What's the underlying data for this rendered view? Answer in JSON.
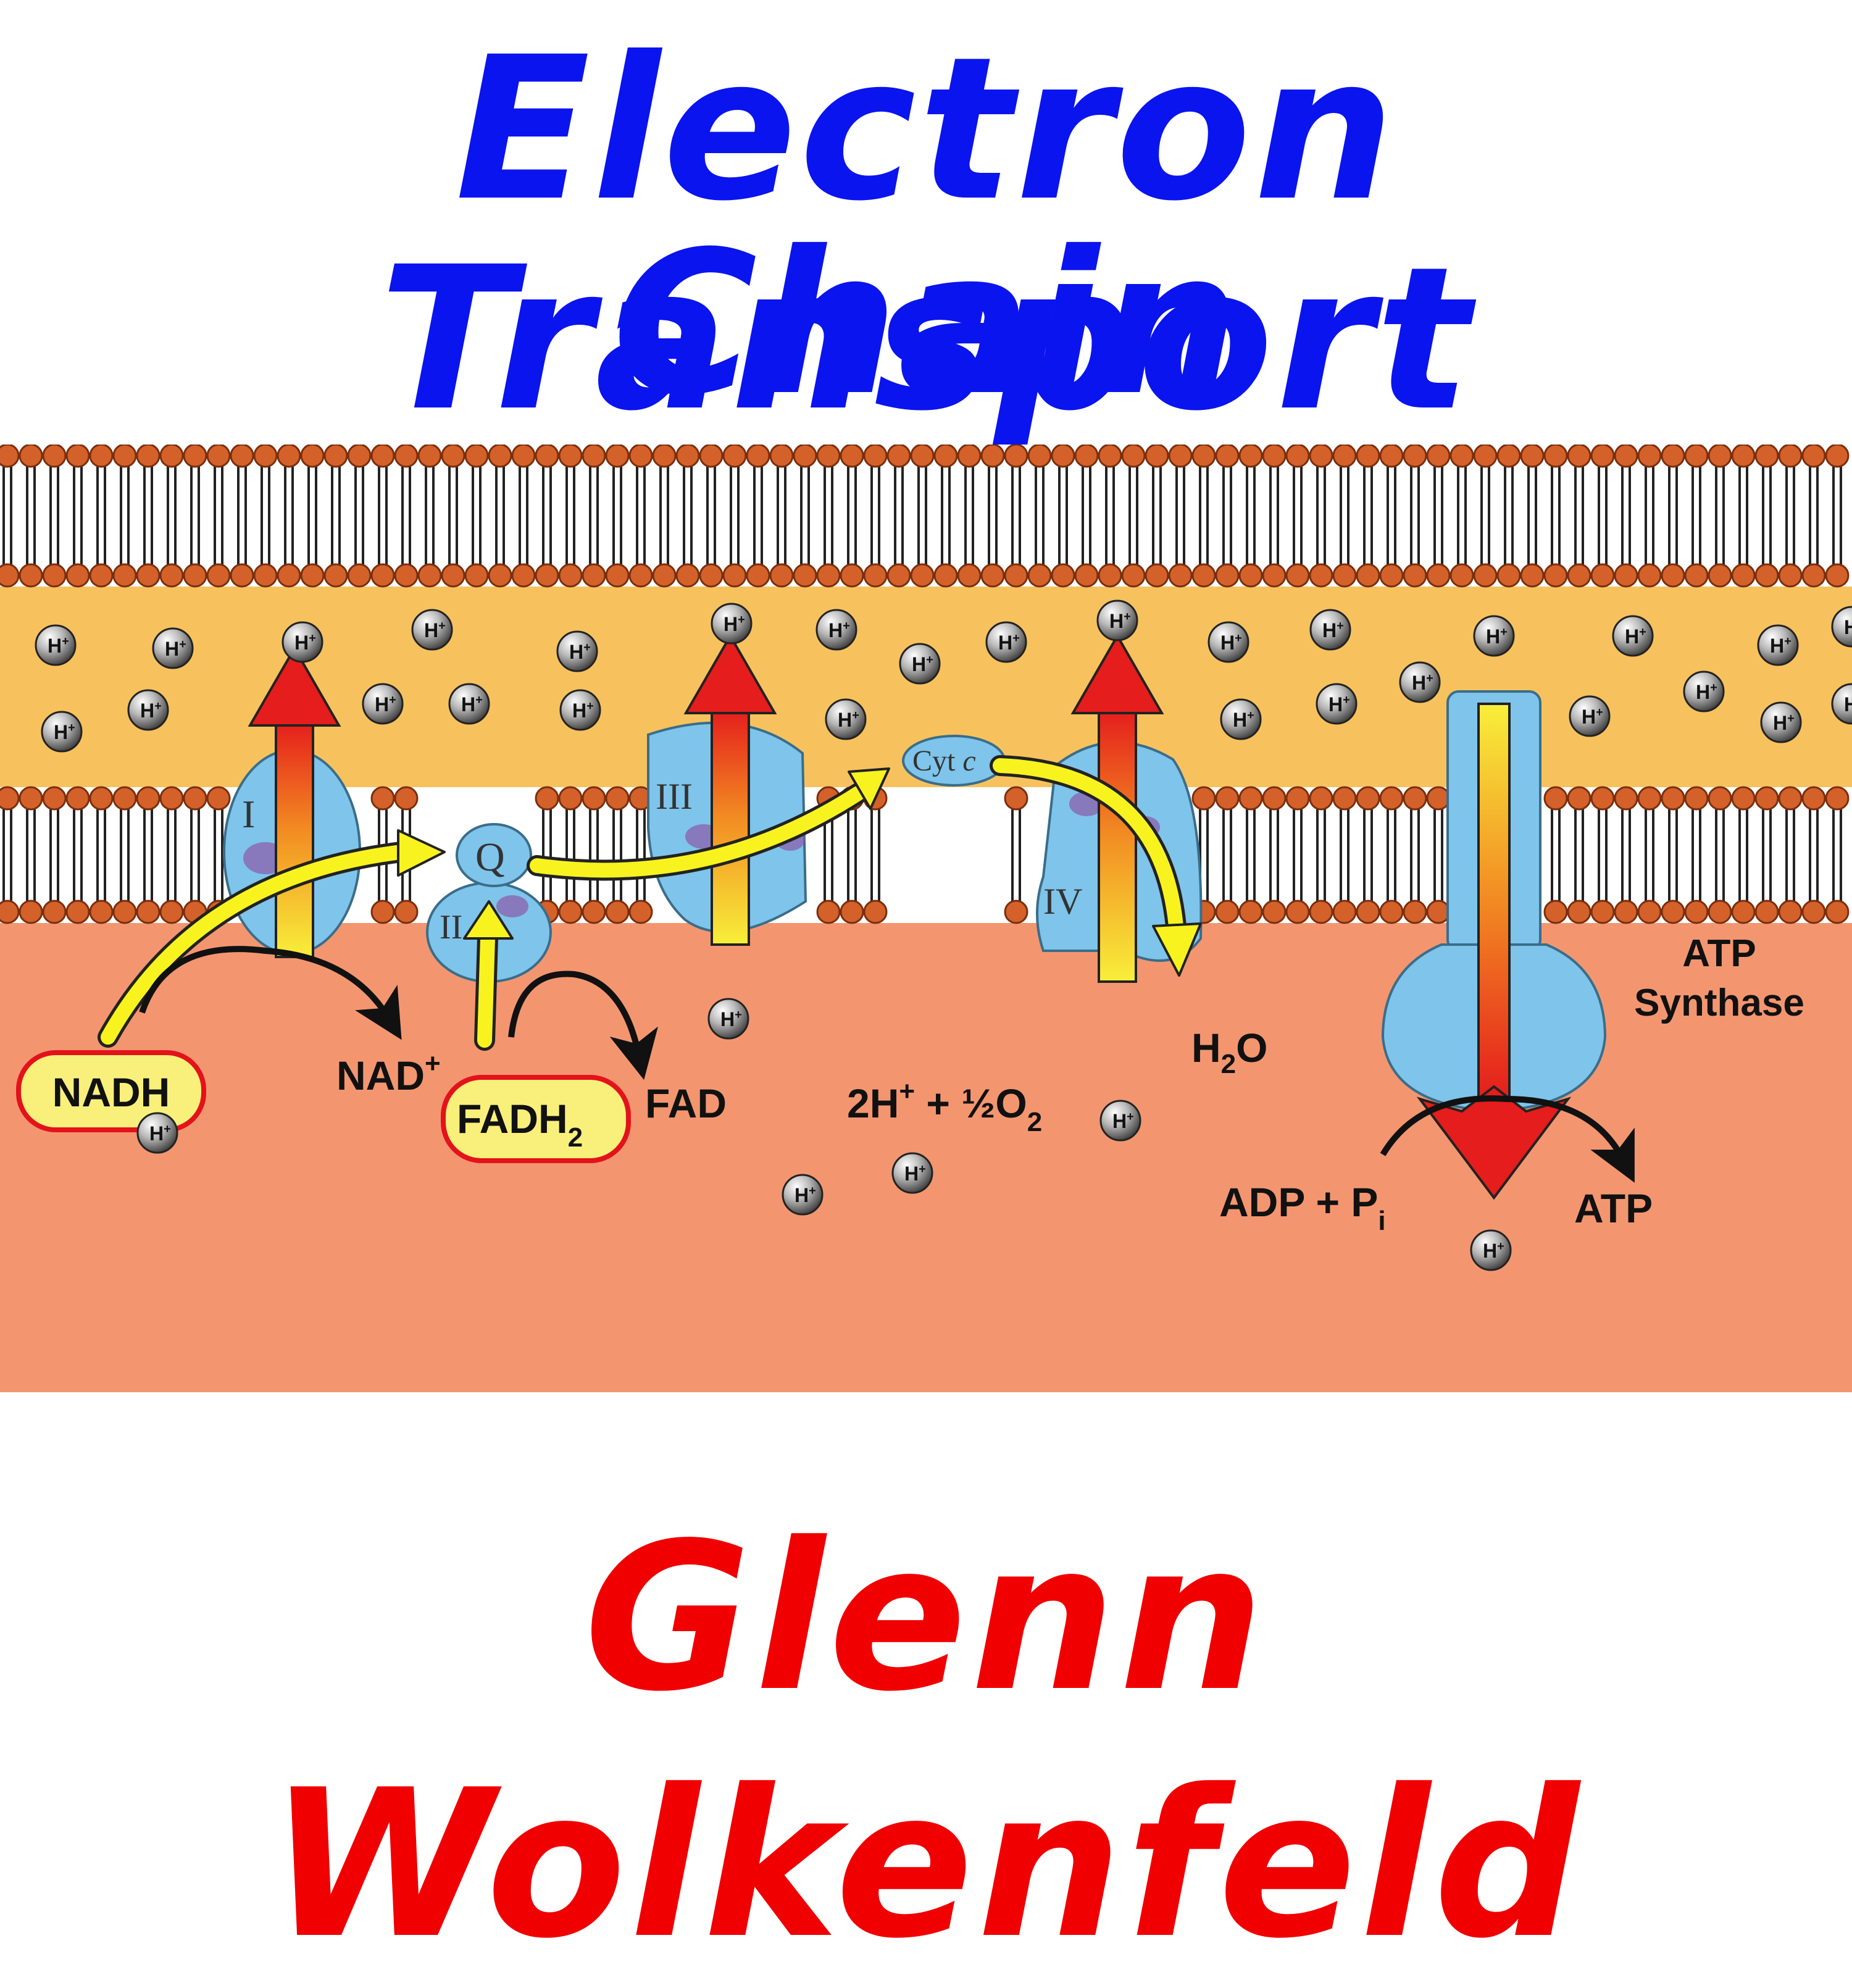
{
  "title": {
    "line1": "Electron Transport",
    "line2": "Chain"
  },
  "author": "Glenn Wolkenfeld",
  "complexes": {
    "c1": "I",
    "c2": "II",
    "c3": "III",
    "c4": "IV",
    "q": "Q",
    "cyt_main": "Cyt ",
    "cyt_italic": "c"
  },
  "labels": {
    "nadh": "NADH",
    "nad_plus": "NAD",
    "fadh2": "FADH",
    "fad": "FAD",
    "water_reactant": "2H",
    "water_reactant_rest": " + ½O",
    "water_product_a": "H",
    "water_product_b": "O",
    "atp_synthase_1": "ATP",
    "atp_synthase_2": "Synthase",
    "adp": "ADP + P",
    "adp_sub": "i",
    "atp": "ATP",
    "sub_2": "2",
    "sup_plus": "+"
  },
  "hydrogen_ion": "H",
  "hydrogen_ion_sup": "+",
  "colors": {
    "title": "#0a14ee",
    "author": "#f00000",
    "intermembrane": "#f7c25d",
    "matrix": "#f39670",
    "phospholipid_head": "#d4612a",
    "protein": "#7fc4ea",
    "arrow_yellow": "#f8f31f",
    "pump_red": "#e8241c"
  }
}
